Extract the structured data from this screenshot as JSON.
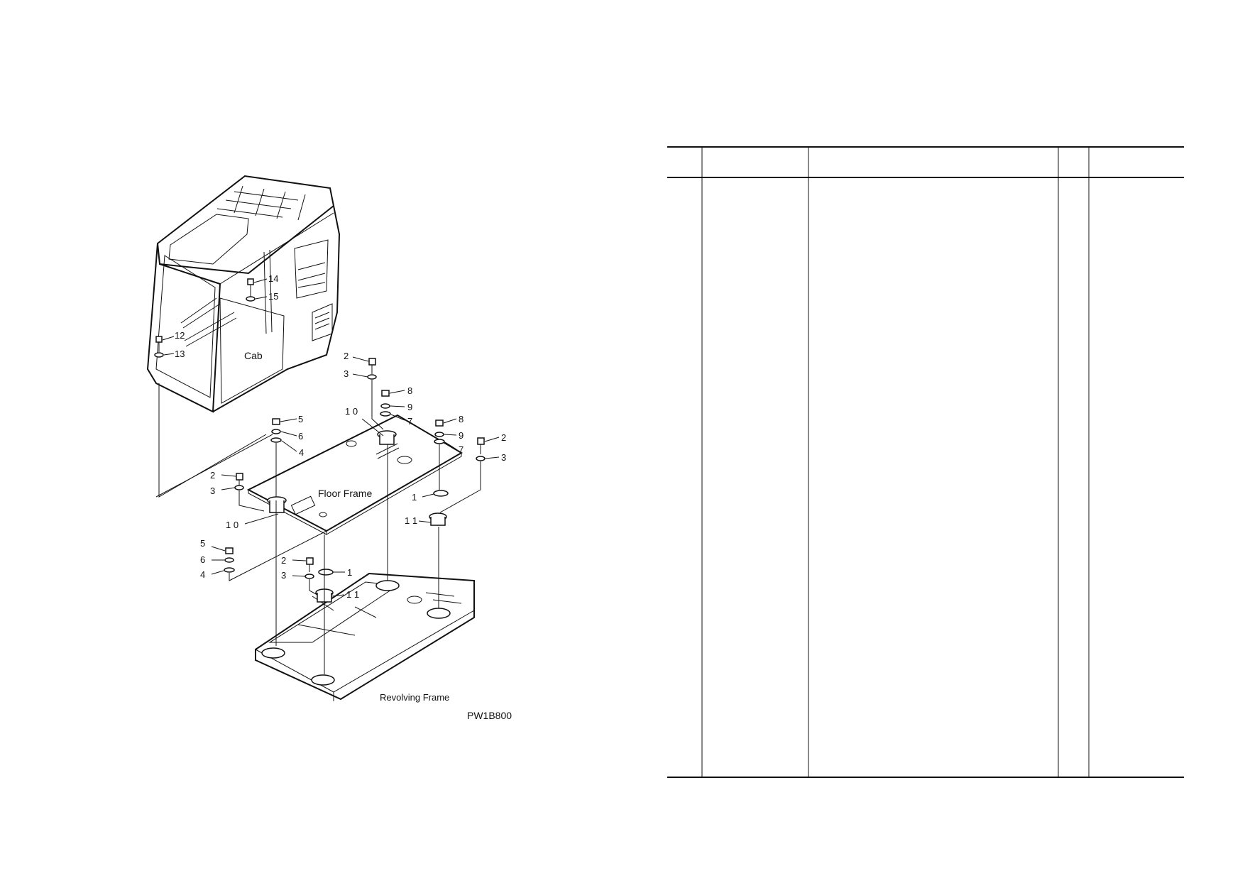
{
  "diagram": {
    "labels": {
      "cab": "Cab",
      "floor_frame": "Floor Frame",
      "revolving_frame": "Revolving Frame",
      "figure_code": "PW1B800"
    },
    "callouts": {
      "n1a": "1",
      "n1b": "1",
      "n2a": "2",
      "n2b": "2",
      "n2c": "2",
      "n2d": "2",
      "n3a": "3",
      "n3b": "3",
      "n3c": "3",
      "n3d": "3",
      "n4a": "4",
      "n4b": "4",
      "n5a": "5",
      "n5b": "5",
      "n6a": "6",
      "n6b": "6",
      "n7a": "7",
      "n7b": "7",
      "n8a": "8",
      "n8b": "8",
      "n9a": "9",
      "n9b": "9",
      "n10a": "1 0",
      "n10b": "1 0",
      "n11a": "1 1",
      "n11b": "1 1",
      "n12": "12",
      "n13": "13",
      "n14": "14",
      "n15": "15"
    }
  },
  "parts_table": {
    "columns": [
      "",
      "",
      "",
      "",
      ""
    ],
    "rows": []
  }
}
